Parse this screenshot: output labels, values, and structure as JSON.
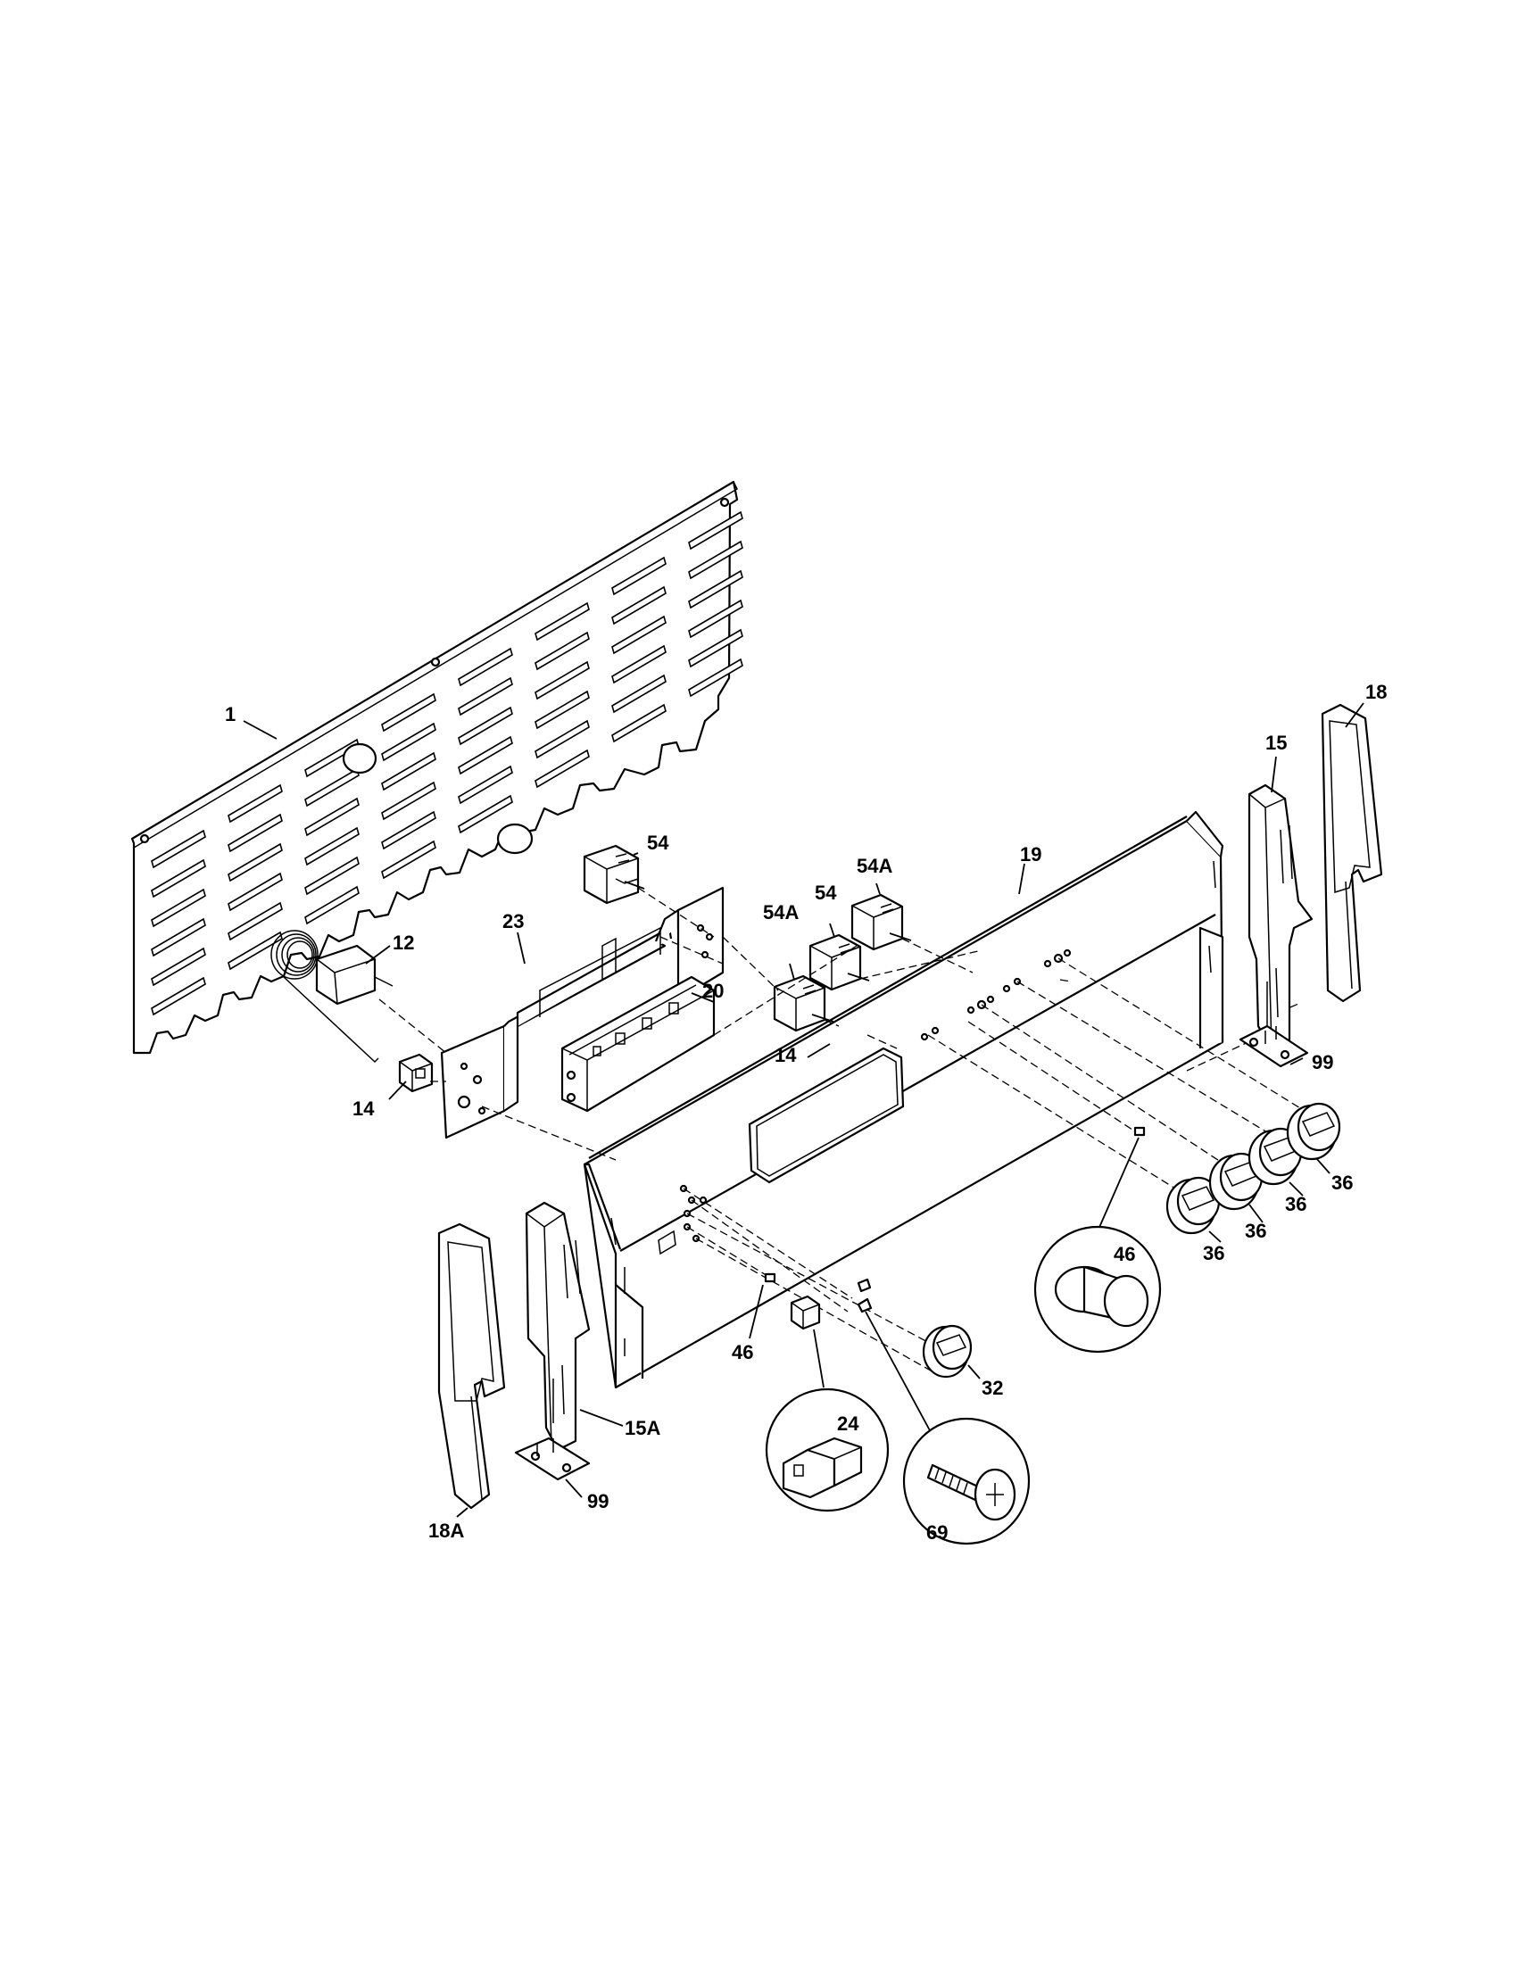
{
  "callouts": {
    "c1": "1",
    "c12": "12",
    "c14a": "14",
    "c14b": "14",
    "c15": "15",
    "c15a": "15A",
    "c18": "18",
    "c18a": "18A",
    "c19": "19",
    "c20": "20",
    "c23": "23",
    "c24": "24",
    "c32": "32",
    "c36a": "36",
    "c36b": "36",
    "c36c": "36",
    "c36d": "36",
    "c46a": "46",
    "c46b": "46",
    "c54a": "54",
    "c54b": "54",
    "c54aa": "54A",
    "c54ab": "54A",
    "c69": "69",
    "c99a": "99",
    "c99b": "99"
  }
}
